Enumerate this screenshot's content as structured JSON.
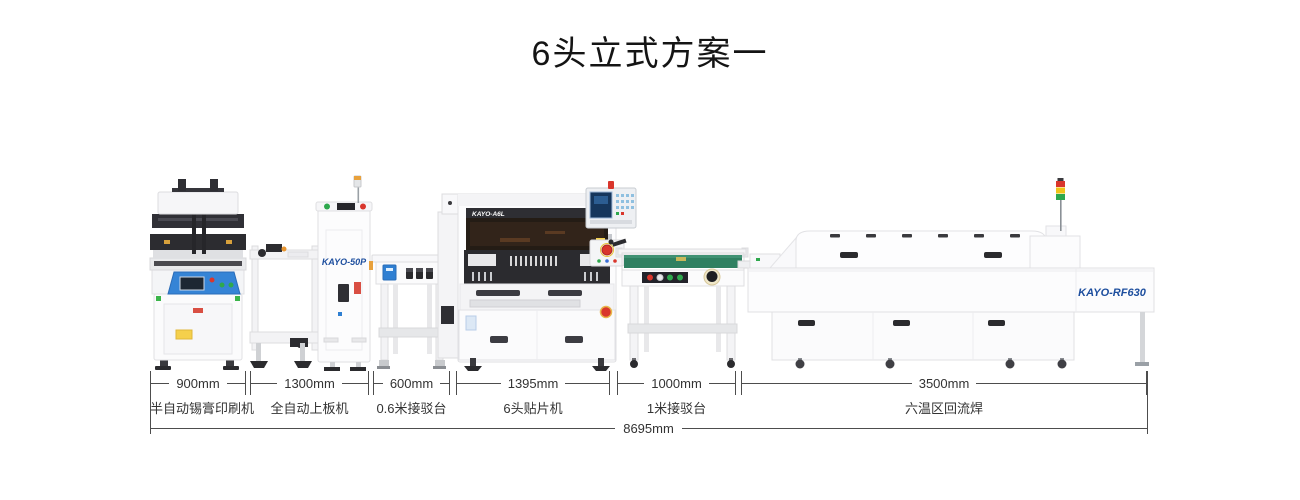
{
  "title": "6头立式方案一",
  "machines": [
    {
      "name": "半自动锡膏印刷机",
      "dimension": "900mm"
    },
    {
      "name": "全自动上板机",
      "dimension": "1300mm",
      "model": "KAYO-50P"
    },
    {
      "name": "0.6米接驳台",
      "dimension": "600mm"
    },
    {
      "name": "6头贴片机",
      "dimension": "1395mm",
      "model": "KAYO-A6L"
    },
    {
      "name": "1米接驳台",
      "dimension": "1000mm"
    },
    {
      "name": "六温区回流焊",
      "dimension": "3500mm",
      "model": "KAYO-RF630"
    }
  ],
  "total_dimension": "8695mm",
  "colors": {
    "model_label_blue": "#1d4e9e",
    "dimension_line": "#4d4d4d",
    "annotation_text": "#333333",
    "machine_body": "#fcfcfd",
    "machine_dark": "#2b2b2e",
    "panel_blue": "#3584d6",
    "belt_green": "#2f8061",
    "button_green": "#2ea84d",
    "button_red": "#d9362c",
    "signal_yellow": "#f0c419",
    "sticker_yellow": "#f5d04c"
  }
}
